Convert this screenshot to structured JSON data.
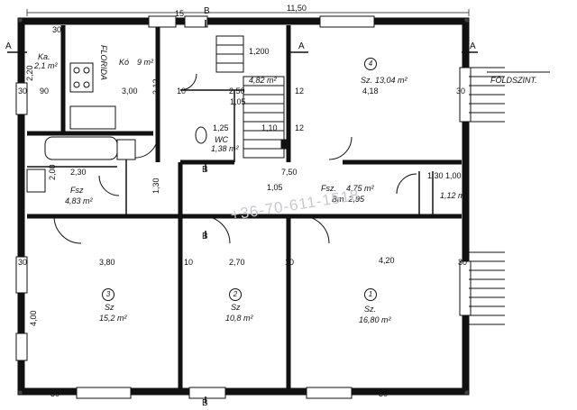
{
  "overall_width": "11,50",
  "section_marks": {
    "a": "A",
    "b": "B"
  },
  "entrance_label": "FÖLDSZINT.",
  "kitchen": {
    "name": "Kó",
    "area": "9 m²",
    "width": "3,00",
    "depth": "3,12",
    "label_florida": "FLORIDA"
  },
  "pantry": {
    "name": "Ka.",
    "area": "2,1 m²",
    "dim": "2,20"
  },
  "stair": {
    "dim_a": "1,05",
    "dim_b": "1,200"
  },
  "hall_area": "4,82 m²",
  "wc": {
    "name": "WC",
    "area": "1,38 m²",
    "dim_a": "1,25",
    "dim_b": "1,10"
  },
  "bath": {
    "name": "Fsz",
    "area": "4,83 m²",
    "dim_a": "2,30",
    "dim_b": "2,00",
    "dim_c": "1,30"
  },
  "corridor": {
    "name": "Fsz.",
    "area": "4,75 m²",
    "bm": "Bm. 2,95",
    "dim_len": "7,50",
    "dim_105": "1,05",
    "dim_130": "1,30",
    "dim_100": "1,00"
  },
  "closet_area": "1,12 m²",
  "room4": {
    "num": "4",
    "name": "Sz.",
    "area": "13,04 m²",
    "dim": "4,18"
  },
  "room3": {
    "num": "3",
    "name": "Sz",
    "area": "15,2 m²",
    "width": "3,80",
    "depth": "4,00"
  },
  "room2": {
    "num": "2",
    "name": "Sz",
    "area": "10,8 m²",
    "width": "2,70"
  },
  "room1": {
    "num": "1",
    "name": "Sz.",
    "area": "16,80 m²",
    "width": "4,20"
  },
  "wall_dims": {
    "t30": "30",
    "t10": "10",
    "t12": "12",
    "t15": "15",
    "t90": "90",
    "t250": "2,50",
    "t210": "10 cm"
  },
  "watermark": "+36-70-611-1518"
}
